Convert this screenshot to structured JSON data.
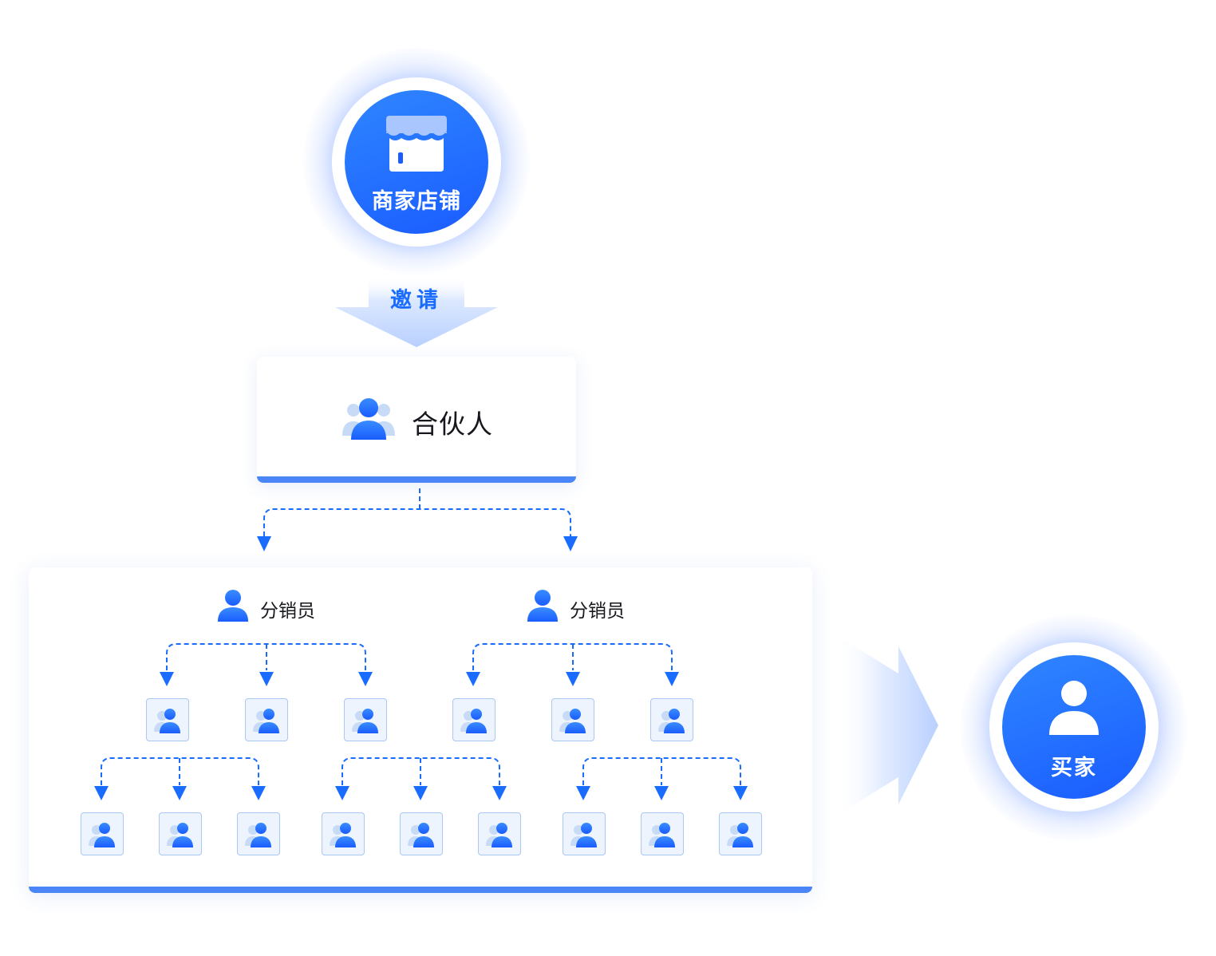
{
  "store": {
    "label": "商家店铺",
    "icon": "storefront-icon"
  },
  "invite": {
    "label": "邀请"
  },
  "partner": {
    "label": "合伙人",
    "icon": "user-group-icon"
  },
  "distributors": [
    {
      "label": "分销员",
      "icon": "user-icon"
    },
    {
      "label": "分销员",
      "icon": "user-icon"
    }
  ],
  "buyer": {
    "label": "买家",
    "icon": "user-icon"
  },
  "colors": {
    "primary": "#1a6cff",
    "bar": "#4a86f7",
    "member_bg": "#edf4fd",
    "member_border": "#a9c8f6"
  }
}
